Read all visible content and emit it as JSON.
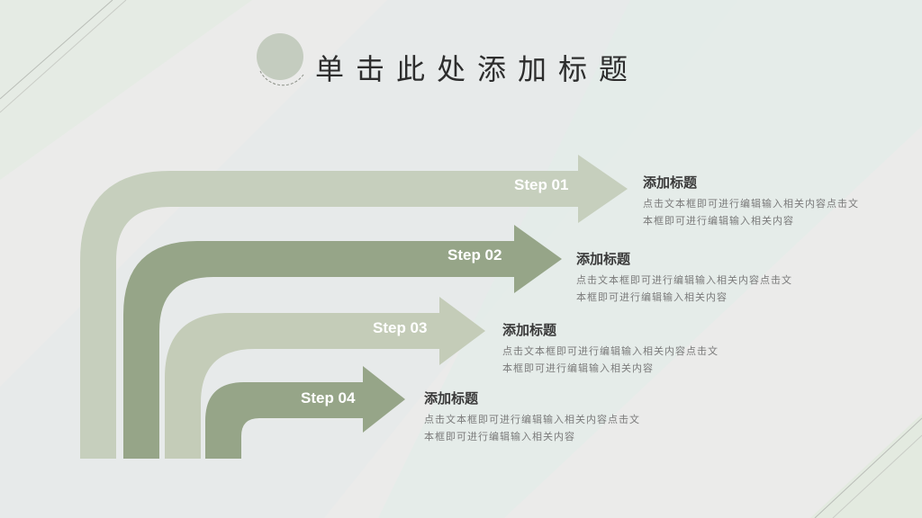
{
  "header": {
    "title": "单击此处添加标题"
  },
  "colors": {
    "light": "#c6cfbd",
    "dark": "#96a588",
    "mid": "#c4ccb8"
  },
  "steps": [
    {
      "label": "Step 01",
      "title": "添加标题",
      "desc": "点击文本框即可进行编辑输入相关内容点击文本框即可进行编辑输入相关内容",
      "color": "#c6cfbd"
    },
    {
      "label": "Step 02",
      "title": "添加标题",
      "desc": "点击文本框即可进行编辑输入相关内容点击文本框即可进行编辑输入相关内容",
      "color": "#96a588"
    },
    {
      "label": "Step 03",
      "title": "添加标题",
      "desc": "点击文本框即可进行编辑输入相关内容点击文本框即可进行编辑输入相关内容",
      "color": "#c4ccb8"
    },
    {
      "label": "Step 04",
      "title": "添加标题",
      "desc": "点击文本框即可进行编辑输入相关内容点击文本框即可进行编辑输入相关内容",
      "color": "#96a588"
    }
  ]
}
